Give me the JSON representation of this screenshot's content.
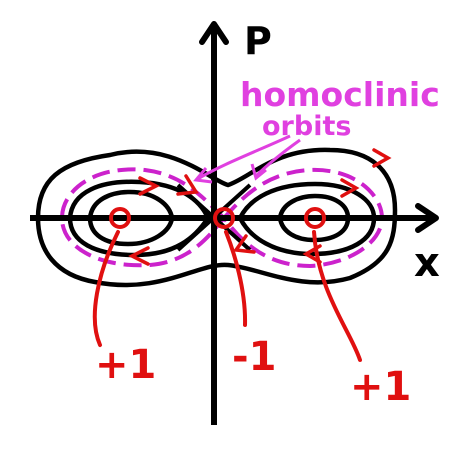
{
  "axes": {
    "y_label": "P",
    "x_label": "x"
  },
  "annotation": {
    "line1": "homoclinic",
    "line2": "orbits"
  },
  "fixed_points": [
    {
      "index_label": "+1",
      "kind": "center"
    },
    {
      "index_label": "-1",
      "kind": "saddle"
    },
    {
      "index_label": "+1",
      "kind": "center"
    }
  ],
  "colors": {
    "orbits": "#000000",
    "homoclinic": "#cc22cc",
    "annotation": "#e040e0",
    "fixed_point": "#e01010",
    "index_labels": "#e01010"
  }
}
